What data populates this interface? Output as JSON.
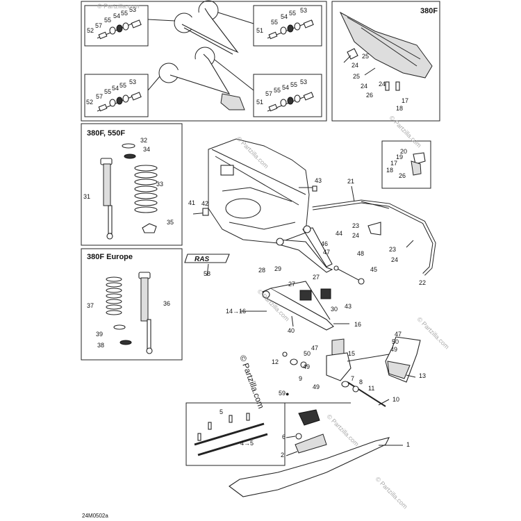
{
  "diagram": {
    "code": "24M0502a",
    "watermark": "© Partzilla.com",
    "inset_titles": {
      "top_right": "380F",
      "shock_a": "380F, 550F",
      "shock_b": "380F Europe"
    },
    "labels": {
      "p1": "1",
      "p2": "2",
      "p4_5": "4→5",
      "p5": "5",
      "p6": "6",
      "p7": "7",
      "p8": "8",
      "p9": "9",
      "p10": "10",
      "p11": "11",
      "p12": "12",
      "p13": "13",
      "p14_16": "14→16",
      "p15": "15",
      "p16": "16",
      "p17": "17",
      "p18": "18",
      "p19": "19",
      "p20": "20",
      "p21": "21",
      "p22": "22",
      "p23": "23",
      "p24": "24",
      "p25": "25",
      "p26": "26",
      "p27": "27",
      "p28": "28",
      "p29": "29",
      "p30": "30",
      "p31": "31",
      "p32": "32",
      "p33": "33",
      "p34": "34",
      "p35": "35",
      "p36": "36",
      "p37": "37",
      "p38": "38",
      "p39": "39",
      "p40": "40",
      "p41": "41",
      "p42": "42",
      "p43": "43",
      "p44": "44",
      "p45": "45",
      "p46": "46",
      "p47": "47",
      "p48": "48",
      "p49": "49",
      "p50": "50",
      "p51": "51",
      "p52": "52",
      "p53": "53",
      "p54": "54",
      "p55": "55",
      "p57": "57",
      "p58": "58",
      "p59": "59"
    }
  }
}
